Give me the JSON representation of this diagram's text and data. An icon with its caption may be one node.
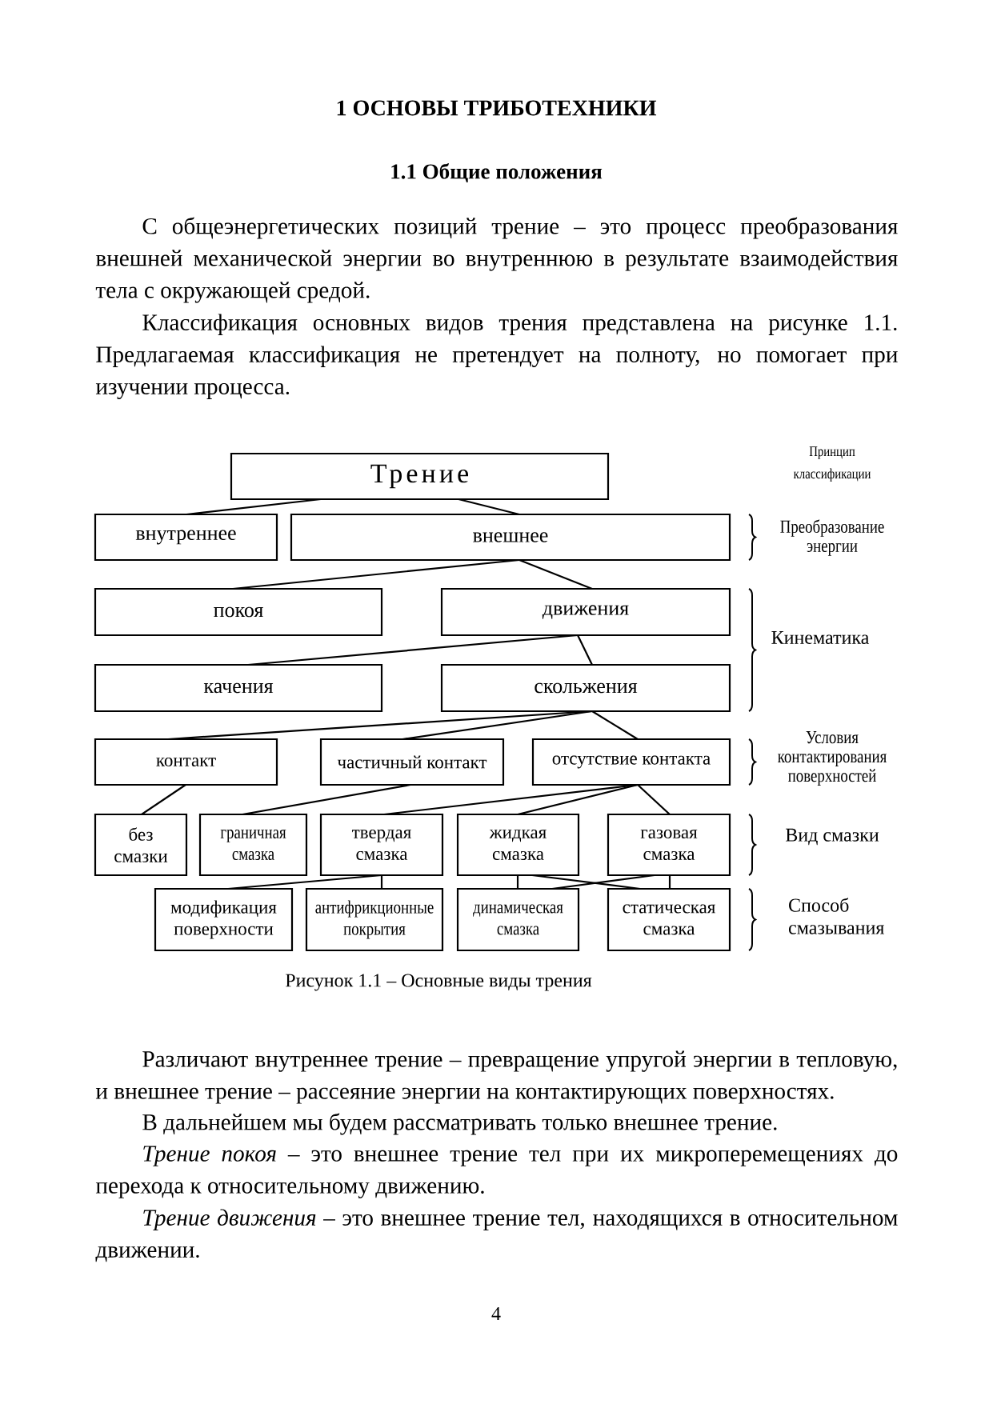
{
  "diagram": {
    "title": "1 ОСНОВЫ ТРИБОТЕХНИКИ",
    "caption": "Рисунок 1.1 – Основные виды трения",
    "nodes": [
      {
        "text": [
          "Трение"
        ]
      },
      {
        "text": [
          "внутреннее"
        ]
      },
      {
        "text": [
          "внешнее"
        ]
      },
      {
        "text": [
          "покоя"
        ]
      },
      {
        "text": [
          "движения"
        ]
      },
      {
        "text": [
          "качения"
        ]
      },
      {
        "text": [
          "скольжения"
        ]
      },
      {
        "text": [
          "контакт"
        ]
      },
      {
        "text": [
          "частичный контакт"
        ]
      },
      {
        "text": [
          "отсутствие контакта"
        ]
      },
      {
        "text": [
          "без смазки"
        ]
      },
      {
        "text": [
          "граничная смазка"
        ]
      },
      {
        "text": [
          "твердая смазка"
        ]
      },
      {
        "text": [
          "жидкая смазка"
        ]
      },
      {
        "text": [
          "газовая смазка"
        ]
      },
      {
        "text": [
          "модификация поверхности"
        ]
      },
      {
        "text": [
          "антифрикционные покрытия"
        ]
      },
      {
        "text": [
          "динамическая смазка"
        ]
      },
      {
        "text": [
          "статическая смазка"
        ]
      }
    ],
    "edges": [
      {
        "from": 0,
        "to": 1,
        "arrow": "none"
      },
      {
        "from": 0,
        "to": 2,
        "arrow": "none"
      },
      {
        "from": 2,
        "to": 3,
        "arrow": "none"
      },
      {
        "from": 2,
        "to": 4,
        "arrow": "none"
      },
      {
        "from": 4,
        "to": 5,
        "arrow": "none"
      },
      {
        "from": 4,
        "to": 6,
        "arrow": "none"
      },
      {
        "from": 6,
        "to": 7,
        "arrow": "none"
      },
      {
        "from": 6,
        "to": 8,
        "arrow": "none"
      },
      {
        "from": 6,
        "to": 9,
        "arrow": "none"
      },
      {
        "from": 7,
        "to": 10,
        "arrow": "none"
      },
      {
        "from": 8,
        "to": 11,
        "arrow": "none"
      },
      {
        "from": 9,
        "to": 12,
        "arrow": "none"
      },
      {
        "from": 9,
        "to": 13,
        "arrow": "none"
      },
      {
        "from": 9,
        "to": 14,
        "arrow": "none"
      },
      {
        "from": 12,
        "to": 15,
        "arrow": "none"
      },
      {
        "from": 12,
        "to": 16,
        "arrow": "none"
      },
      {
        "from": 13,
        "to": 17,
        "arrow": "none"
      },
      {
        "from": 13,
        "to": 18,
        "arrow": "none"
      },
      {
        "from": 14,
        "to": 17,
        "arrow": "none"
      },
      {
        "from": 14,
        "to": 18,
        "arrow": "none"
      }
    ],
    "labels": [
      "1.1 Общие положения",
      "С общеэнергетических позиций трение – это процесс преобразования внешней механической энергии во внутреннюю в результате взаимодействия тела с окружающей средой.",
      "Классификация основных видов трения представлена на рисунке 1.1. Предлагаемая классификация не претендует на полноту, но помогает при изучении процесса.",
      "Принцип классификации",
      "Преобразование энергии",
      "Кинематика",
      "Условия контактирования поверхностей",
      "Вид смазки",
      "Способ смазывания",
      "Различают внутреннее трение – превращение упругой энергии в тепловую, и внешнее трение – рассеяние энергии на контактирующих поверхностях.",
      "В дальнейшем мы будем рассматривать только внешнее трение.",
      "*Трение покоя* – это внешнее трение тел при их микроперемещениях до перехода к относительному движению.",
      "*Трение движения* – это внешнее трение тел, находящихся в относительном движении.",
      "4"
    ]
  }
}
